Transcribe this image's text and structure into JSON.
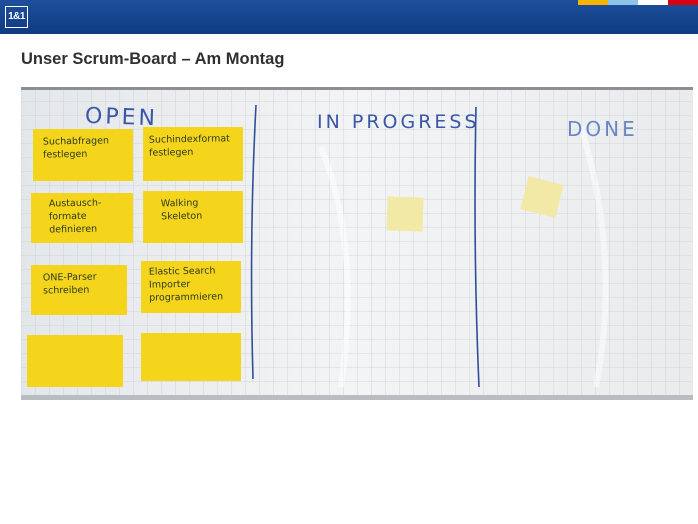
{
  "header": {
    "logo": "1&1",
    "stripe_colors": [
      "#f5b400",
      "#8ec3e8",
      "#ffffff",
      "#d90010"
    ]
  },
  "slide": {
    "title": "Unser Scrum-Board – Am Montag"
  },
  "board": {
    "columns": [
      {
        "label": "OPEN"
      },
      {
        "label": "IN PROGRESS"
      },
      {
        "label": "DONE"
      }
    ],
    "open_notes": [
      {
        "text": "Suchabfragen\nfestlegen",
        "color": "#f5d51c"
      },
      {
        "text": "Suchindexformat\nfestlegen",
        "color": "#f5d51c"
      },
      {
        "text": "Austausch-\nformate\ndefinieren",
        "color": "#f5d51c"
      },
      {
        "text": "Walking\nSkeleton",
        "color": "#f5d51c"
      },
      {
        "text": "ONE-Parser\nschreiben",
        "color": "#f5d51c"
      },
      {
        "text": "Elastic Search\nImporter\nprogrammieren",
        "color": "#f5d51c"
      },
      {
        "text": "",
        "color": "#f5d51c"
      },
      {
        "text": "",
        "color": "#f5d51c"
      }
    ],
    "in_progress_notes": [
      {
        "text": "",
        "color": "#f3e9a6"
      }
    ],
    "done_notes": [
      {
        "text": "",
        "color": "#f3e9a6"
      }
    ],
    "ink_color": "#3a57a8"
  }
}
